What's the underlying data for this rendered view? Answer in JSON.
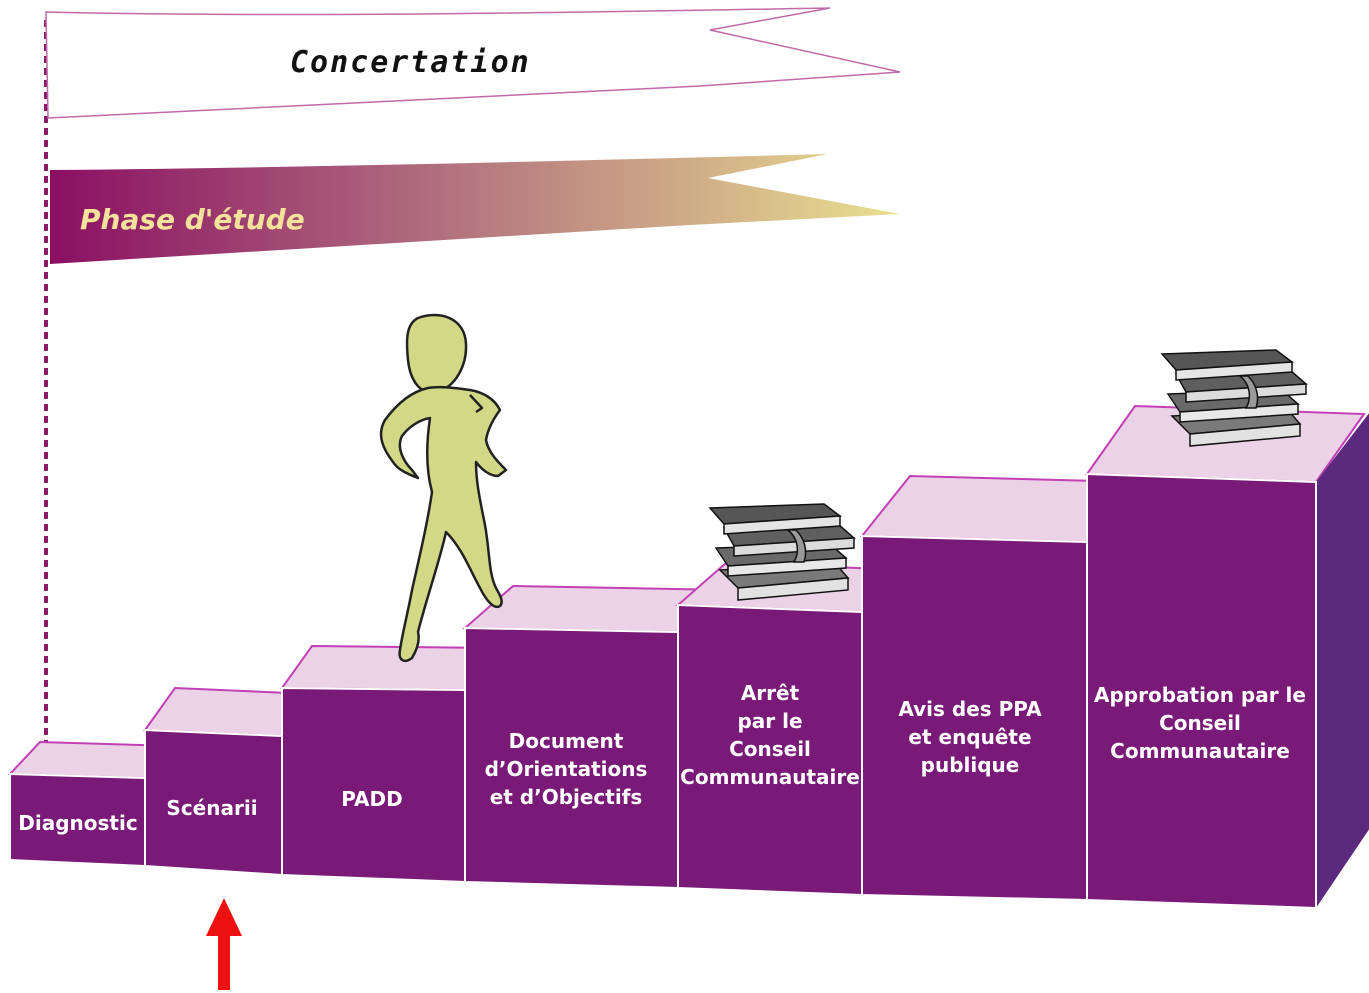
{
  "flags": {
    "concertation": "Concertation",
    "phase_etude": "Phase d'étude"
  },
  "steps": [
    {
      "id": "diagnostic",
      "lines": [
        "Diagnostic"
      ]
    },
    {
      "id": "scenarii",
      "lines": [
        "Scénarii"
      ]
    },
    {
      "id": "padd",
      "lines": [
        "PADD"
      ]
    },
    {
      "id": "doo",
      "lines": [
        "Document",
        "d’Orientations",
        "et d’Objectifs"
      ]
    },
    {
      "id": "arret",
      "lines": [
        "Arrêt",
        "par le",
        "Conseil",
        "Communautaire"
      ]
    },
    {
      "id": "avis",
      "lines": [
        "Avis des PPA",
        "et enquête",
        "publique"
      ]
    },
    {
      "id": "approbation",
      "lines": [
        "Approbation par le",
        "Conseil",
        "Communautaire"
      ]
    }
  ],
  "colors": {
    "step_front": "#7a1a78",
    "step_top": "#ecd2e6",
    "step_side": "#5b2a7e",
    "step_top_edge": "#c23fb5",
    "flag_gradient_start": "#8a0f63",
    "flag_gradient_end": "#e8dc8e",
    "dashed_line": "#8a1a6a",
    "figure": "#d2d885",
    "books": "#555555",
    "arrow": "#ee1111"
  },
  "icons": {
    "walking_figure": "person-walking-icon",
    "books": "book-stack-icon",
    "marker": "red-arrow-up-icon"
  }
}
